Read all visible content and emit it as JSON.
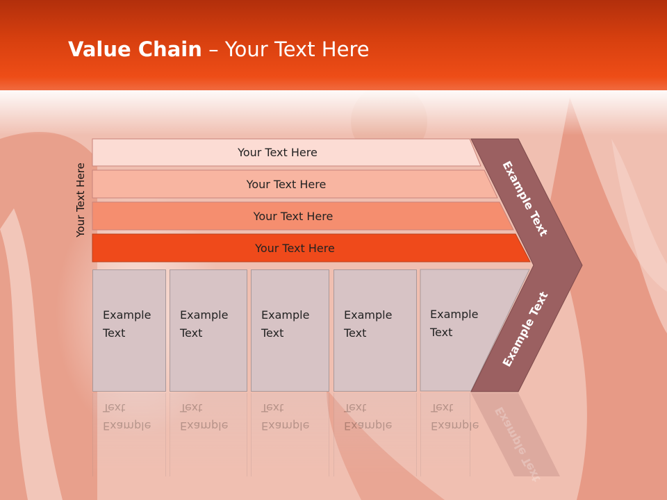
{
  "title": {
    "bold": "Value Chain",
    "rest": " – Your Text Here"
  },
  "side_label": "Your Text Here",
  "bars": [
    {
      "label": "Your Text Here",
      "color": "#fcdcd4"
    },
    {
      "label": "Your Text Here",
      "color": "#f8b5a1"
    },
    {
      "label": "Your Text Here",
      "color": "#f58e6f"
    },
    {
      "label": "Your Text Here",
      "color": "#ef4a1b"
    }
  ],
  "boxes": [
    {
      "line1": "Example",
      "line2": "Text"
    },
    {
      "line1": "Example",
      "line2": "Text"
    },
    {
      "line1": "Example",
      "line2": "Text"
    },
    {
      "line1": "Example",
      "line2": "Text"
    },
    {
      "line1": "Example",
      "line2": "Text"
    }
  ],
  "chevron": {
    "upper_text": "Example Text",
    "lower_text": "Example Text",
    "color": "#9b6061"
  },
  "colors": {
    "header": "#e5470f",
    "box": "#d7c3c5",
    "chevron": "#9b6061"
  }
}
